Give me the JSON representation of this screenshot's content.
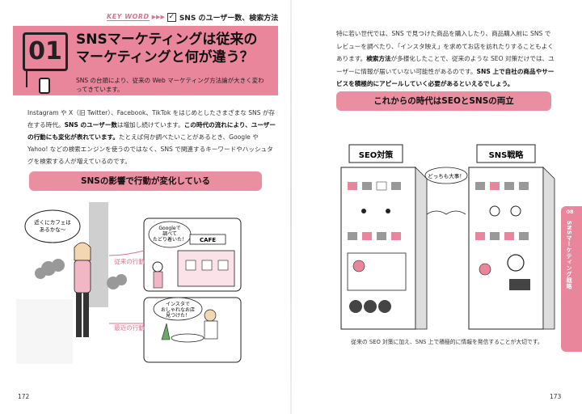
{
  "left_page": {
    "keyword_tag": "KEY WORD",
    "keyword_arrows": "▶▶▶",
    "keyword_text": "SNS のユーザー数、検索方法",
    "number": "01",
    "title_line1": "SNSマーケティングは従来の",
    "title_line2": "マーケティングと何が違う？",
    "subtitle": "SNS の台頭により、従来の Web マーケティング方法論が大きく変わってきています。",
    "body_p1_a": "Instagram や X（旧 Twitter）、Facebook、TikTok をはじめとしたさまざまな SNS が存在する時代。",
    "body_p1_b": "SNS のユーザー数",
    "body_p1_c": "は増加し続けています。",
    "body_p1_d": "この時代の流れにより、ユーザーの行動にも変化が表れています。",
    "body_p1_e": "たとえば何か調べたいことがあるとき、Google や Yahoo! などの検索エンジンを使うのではなく、SNS で関連するキーワードやハッシュタグを検索する人が増えているのです。",
    "banner": "SNSの影響で行動が変化している",
    "illus": {
      "bubble_woman": "近くにカフェはあるかな〜",
      "bubble_google": "Googleで調べてたどり着いた！",
      "cafe_sign": "CAFE",
      "label_old": "従来の行動",
      "bubble_insta": "インスタでおしゃれなお店見つけた！",
      "label_new": "最近の行動"
    },
    "page_number": "172"
  },
  "right_page": {
    "body_a": "特に若い世代では、SNS で見つけた商品を購入したり、商品購入前に SNS でレビューを調べたり、「インスタ映え」を求めてお店を訪れたりすることもよくあります。",
    "body_b": "検索方法",
    "body_c": "が多様化したことで、従来のような SEO 対策だけでは、ユーザーに情報が届いていない可能性があるのです。",
    "body_d": "SNS 上で自社の商品やサービスを積極的にアピールしていく必要があるといえるでしょう。",
    "banner": "これからの時代はSEOとSNSの両立",
    "illus": {
      "sign_seo": "SEO対策",
      "sign_sns": "SNS戦略",
      "bubble": "どっちも大事！"
    },
    "caption": "従来の SEO 対策に加え、SNS 上で積極的に情報を発信することが大切です。",
    "page_number": "173",
    "side_tab_number": "08",
    "side_tab_label": "SNSマーケティング戦略"
  },
  "colors": {
    "accent_pink": "#e9869b",
    "text": "#222222"
  }
}
